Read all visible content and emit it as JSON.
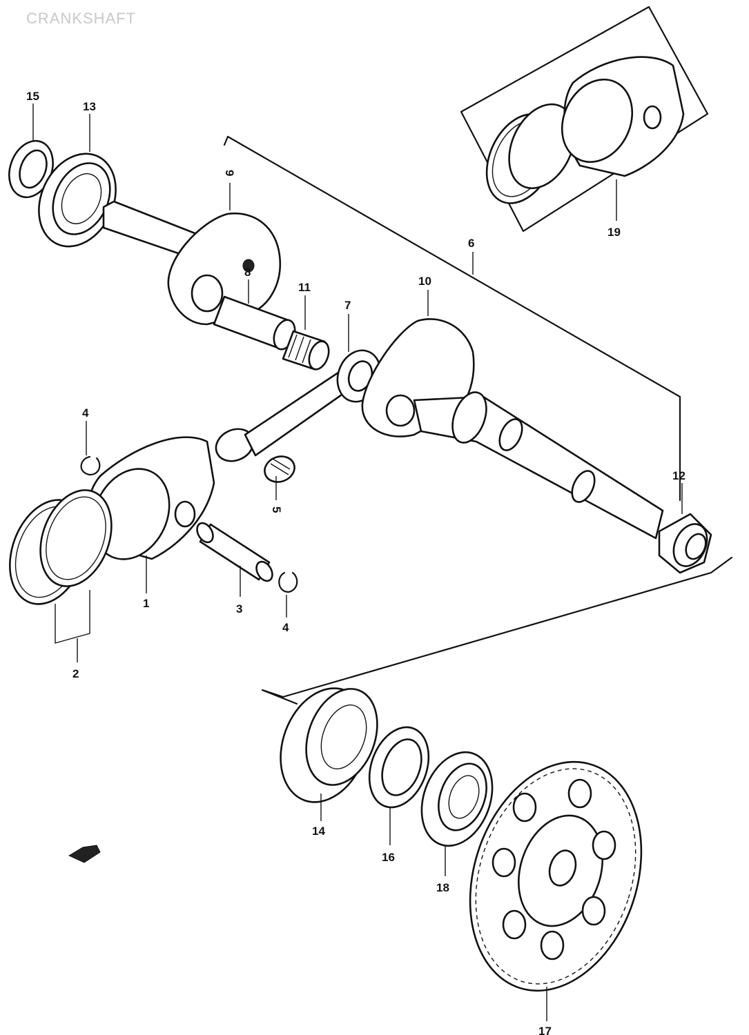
{
  "title": "CRANKSHAFT",
  "callouts": [
    {
      "id": "c15",
      "text": "15"
    },
    {
      "id": "c13",
      "text": "13"
    },
    {
      "id": "c9",
      "text": "9"
    },
    {
      "id": "c8",
      "text": "8"
    },
    {
      "id": "c11",
      "text": "11"
    },
    {
      "id": "c7",
      "text": "7"
    },
    {
      "id": "c10",
      "text": "10"
    },
    {
      "id": "c6",
      "text": "6"
    },
    {
      "id": "c19",
      "text": "19"
    },
    {
      "id": "c12",
      "text": "12"
    },
    {
      "id": "c4a",
      "text": "4"
    },
    {
      "id": "c5",
      "text": "5"
    },
    {
      "id": "c1",
      "text": "1"
    },
    {
      "id": "c2",
      "text": "2"
    },
    {
      "id": "c3",
      "text": "3"
    },
    {
      "id": "c4b",
      "text": "4"
    },
    {
      "id": "c14",
      "text": "14"
    },
    {
      "id": "c16",
      "text": "16"
    },
    {
      "id": "c18",
      "text": "18"
    },
    {
      "id": "c17",
      "text": "17"
    }
  ]
}
